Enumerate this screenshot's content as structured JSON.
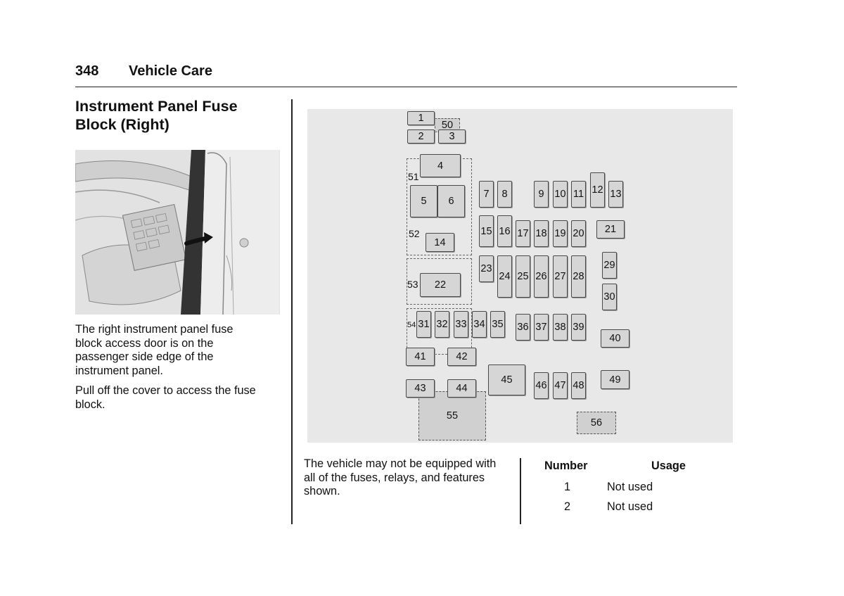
{
  "header": {
    "page_number": "348",
    "section": "Vehicle Care"
  },
  "left": {
    "title": "Instrument Panel Fuse Block (Right)",
    "photo_icon": "glovebox-door-illustration",
    "paragraph1": "The right instrument panel fuse block access door is on the passenger side edge of the instrument panel.",
    "paragraph2": "Pull off the cover to access the fuse block."
  },
  "diagram": {
    "fuses": [
      "1",
      "2",
      "3",
      "4",
      "5",
      "6",
      "7",
      "8",
      "9",
      "10",
      "11",
      "12",
      "13",
      "14",
      "15",
      "16",
      "17",
      "18",
      "19",
      "20",
      "21",
      "22",
      "23",
      "24",
      "25",
      "26",
      "27",
      "28",
      "29",
      "30",
      "31",
      "32",
      "33",
      "34",
      "35",
      "36",
      "37",
      "38",
      "39",
      "40",
      "41",
      "42",
      "43",
      "44",
      "45",
      "46",
      "47",
      "48",
      "49"
    ],
    "dashed_fuses": [
      "50",
      "55",
      "56"
    ],
    "zones": [
      "51",
      "52",
      "53",
      "54"
    ]
  },
  "note": "The vehicle may not be equipped with all of the fuses, relays, and features shown.",
  "table": {
    "headers": {
      "number": "Number",
      "usage": "Usage"
    },
    "rows": [
      {
        "number": "1",
        "usage": "Not used"
      },
      {
        "number": "2",
        "usage": "Not used"
      }
    ]
  }
}
